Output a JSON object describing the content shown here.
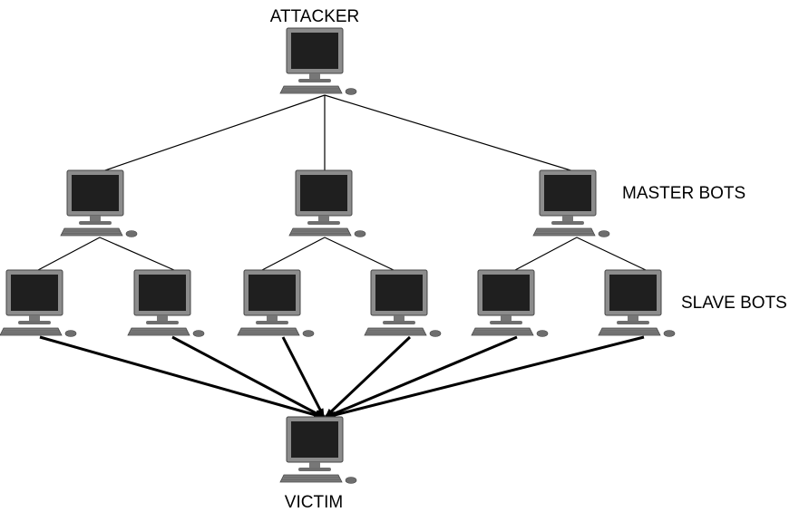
{
  "labels": {
    "attacker": "ATTACKER",
    "master": "MASTER BOTS",
    "slave": "SLAVE BOTS",
    "victim": "VICTIM"
  },
  "icons": {
    "node": "computer-icon"
  },
  "colors": {
    "monitor_frame": "#8c8c8c",
    "screen": "#1f1f1f",
    "keyboard": "#7a7a7a",
    "line": "#000000"
  }
}
